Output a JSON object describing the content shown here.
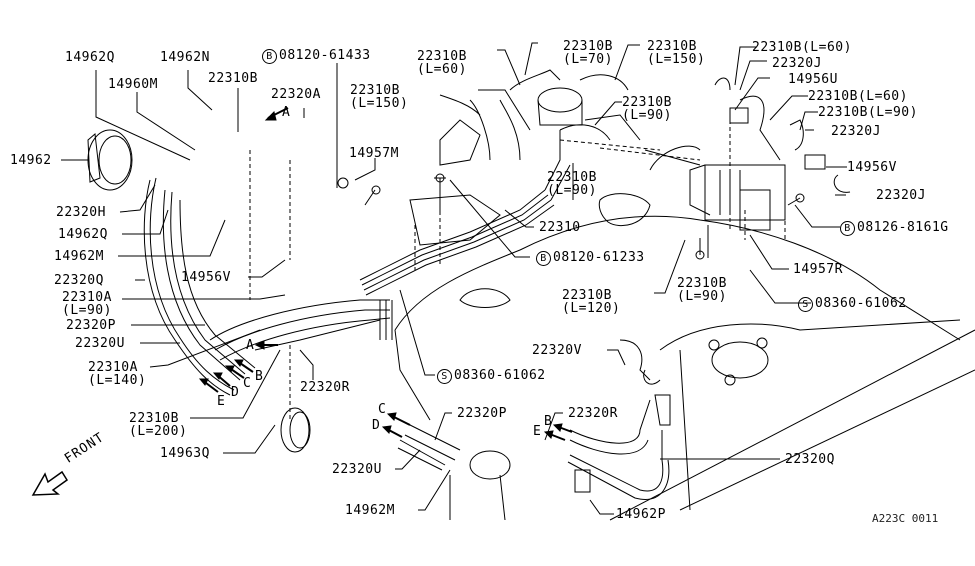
{
  "diagram": {
    "title_ref": "A223C 0011",
    "front_label": "FRONT",
    "colors": {
      "line": "#000000",
      "background": "#ffffff"
    },
    "labels": [
      {
        "id": "p14962Q_top",
        "text": "14962Q"
      },
      {
        "id": "p14962N",
        "text": "14962N"
      },
      {
        "id": "p14960M",
        "text": "14960M"
      },
      {
        "id": "p22310B_a",
        "text": "22310B"
      },
      {
        "id": "p08120_61433",
        "prefix": "B",
        "text": "08120-61433"
      },
      {
        "id": "p22320A",
        "text": "22320A"
      },
      {
        "id": "p14962",
        "text": "14962"
      },
      {
        "id": "p22310B_L150_left",
        "text": "22310B",
        "sub": "(L=150)"
      },
      {
        "id": "p22310B_L60_top",
        "text": "22310B",
        "sub": "(L=60)"
      },
      {
        "id": "p22310B_L70",
        "text": "22310B",
        "sub": "(L=70)"
      },
      {
        "id": "p22310B_L150_top",
        "text": "22310B",
        "sub": "(L=150)"
      },
      {
        "id": "p22310B_L90_top",
        "text": "22310B",
        "sub": "(L=90)"
      },
      {
        "id": "p22310B_L60_r1",
        "text": "22310B(L=60)"
      },
      {
        "id": "p22320J_r1",
        "text": "22320J"
      },
      {
        "id": "p14956U",
        "text": "14956U"
      },
      {
        "id": "p22310B_L60_r2",
        "text": "22310B(L=60)"
      },
      {
        "id": "p22310B_L90_r",
        "text": "22310B(L=90)"
      },
      {
        "id": "p22320J_r2",
        "text": "22320J"
      },
      {
        "id": "p14956V_r",
        "text": "14956V"
      },
      {
        "id": "p22320J_r3",
        "text": "22320J"
      },
      {
        "id": "p08126_8161G",
        "prefix": "B",
        "text": "08126-8161G"
      },
      {
        "id": "p14957M",
        "text": "14957M"
      },
      {
        "id": "p22310B_L90_mid",
        "text": "22310B",
        "sub": "(L=90)"
      },
      {
        "id": "p22310",
        "text": "22310"
      },
      {
        "id": "p08120_61233",
        "prefix": "B",
        "text": "08120-61233"
      },
      {
        "id": "p14957R",
        "text": "14957R"
      },
      {
        "id": "p22310B_L90_low",
        "text": "22310B",
        "sub": "(L=90)"
      },
      {
        "id": "p22310B_L120",
        "text": "22310B",
        "sub": "(L=120)"
      },
      {
        "id": "p08360_61062_r",
        "prefix": "S",
        "text": "08360-61062"
      },
      {
        "id": "p22320H",
        "text": "22320H"
      },
      {
        "id": "p14962Q_left",
        "text": "14962Q"
      },
      {
        "id": "p14962M_left",
        "text": "14962M"
      },
      {
        "id": "p14956V_left",
        "text": "14956V"
      },
      {
        "id": "p22320Q_left",
        "text": "22320Q"
      },
      {
        "id": "p22310A_L90",
        "text": "22310A",
        "sub": "(L=90)"
      },
      {
        "id": "p22320P_left",
        "text": "22320P"
      },
      {
        "id": "p22320U_left",
        "text": "22320U"
      },
      {
        "id": "p22310A_L140",
        "text": "22310A",
        "sub": "(L=140)"
      },
      {
        "id": "p22320R_mid",
        "text": "22320R"
      },
      {
        "id": "p08360_61062_mid",
        "prefix": "S",
        "text": "08360-61062"
      },
      {
        "id": "p22310B_L200",
        "text": "22310B",
        "sub": "(L=200)"
      },
      {
        "id": "p14963Q",
        "text": "14963Q"
      },
      {
        "id": "p22320V",
        "text": "22320V"
      },
      {
        "id": "p22320P_bot",
        "text": "22320P"
      },
      {
        "id": "p22320R_bot",
        "text": "22320R"
      },
      {
        "id": "p22320U_bot",
        "text": "22320U"
      },
      {
        "id": "p22320Q_bot",
        "text": "22320Q"
      },
      {
        "id": "p14962M_bot",
        "text": "14962M"
      },
      {
        "id": "p14962P",
        "text": "14962P"
      }
    ],
    "connection_letters": {
      "A_top": "A",
      "A_mid": "A",
      "B_mid": "B",
      "C_mid": "C",
      "D_mid": "D",
      "E_mid": "E",
      "C_bot": "C",
      "D_bot": "D",
      "B_bot": "B",
      "E_bot": "E"
    }
  }
}
